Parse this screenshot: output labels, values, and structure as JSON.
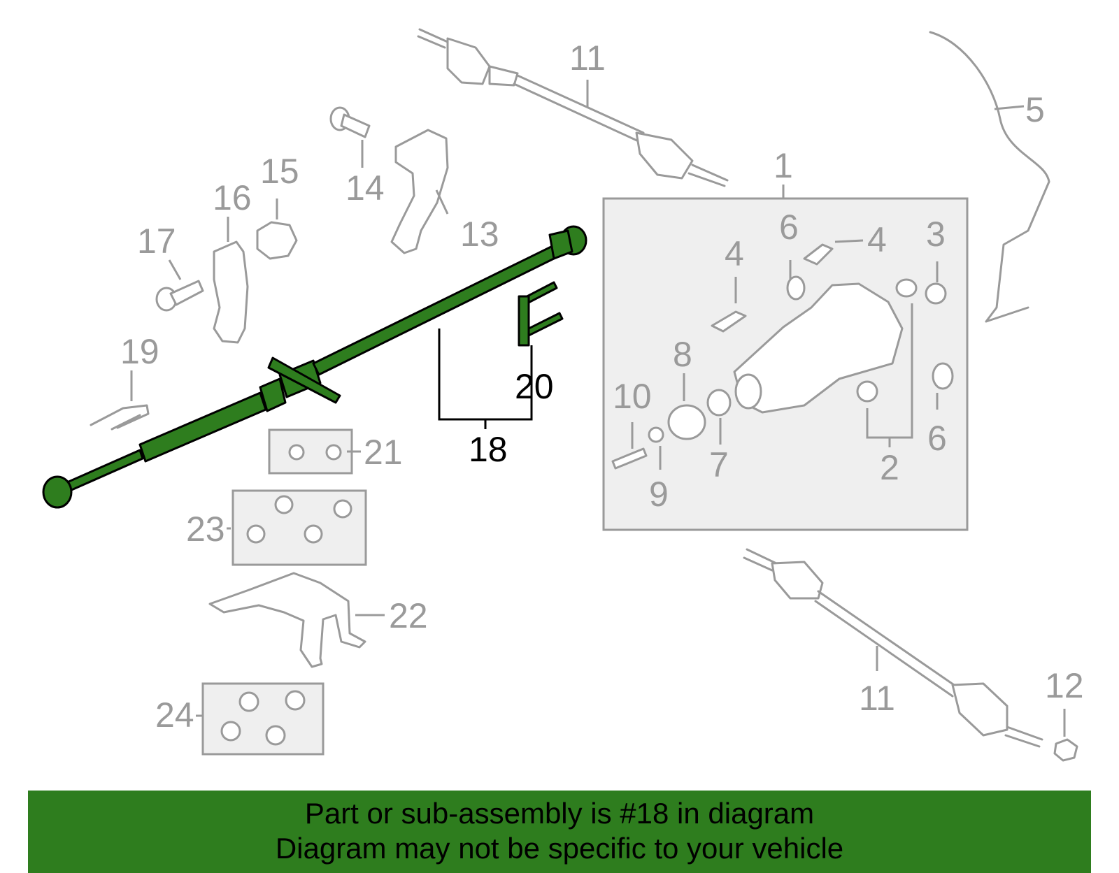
{
  "colors": {
    "highlight": "#2e7d1e",
    "part_gray": "#9a9a9a",
    "box_fill": "#efefef",
    "banner": "#2e7d1e"
  },
  "callouts": {
    "c1": "1",
    "c2": "2",
    "c3": "3",
    "c4a": "4",
    "c4b": "4",
    "c5": "5",
    "c6a": "6",
    "c6b": "6",
    "c7": "7",
    "c8": "8",
    "c9": "9",
    "c10": "10",
    "c11a": "11",
    "c11b": "11",
    "c12": "12",
    "c13": "13",
    "c14": "14",
    "c15": "15",
    "c16": "16",
    "c17": "17",
    "c18": "18",
    "c19": "19",
    "c20": "20",
    "c21": "21",
    "c22": "22",
    "c23": "23",
    "c24": "24"
  },
  "banner": {
    "line1": "Part or sub-assembly is #18 in diagram",
    "line2": "Diagram may not be specific to your vehicle"
  }
}
